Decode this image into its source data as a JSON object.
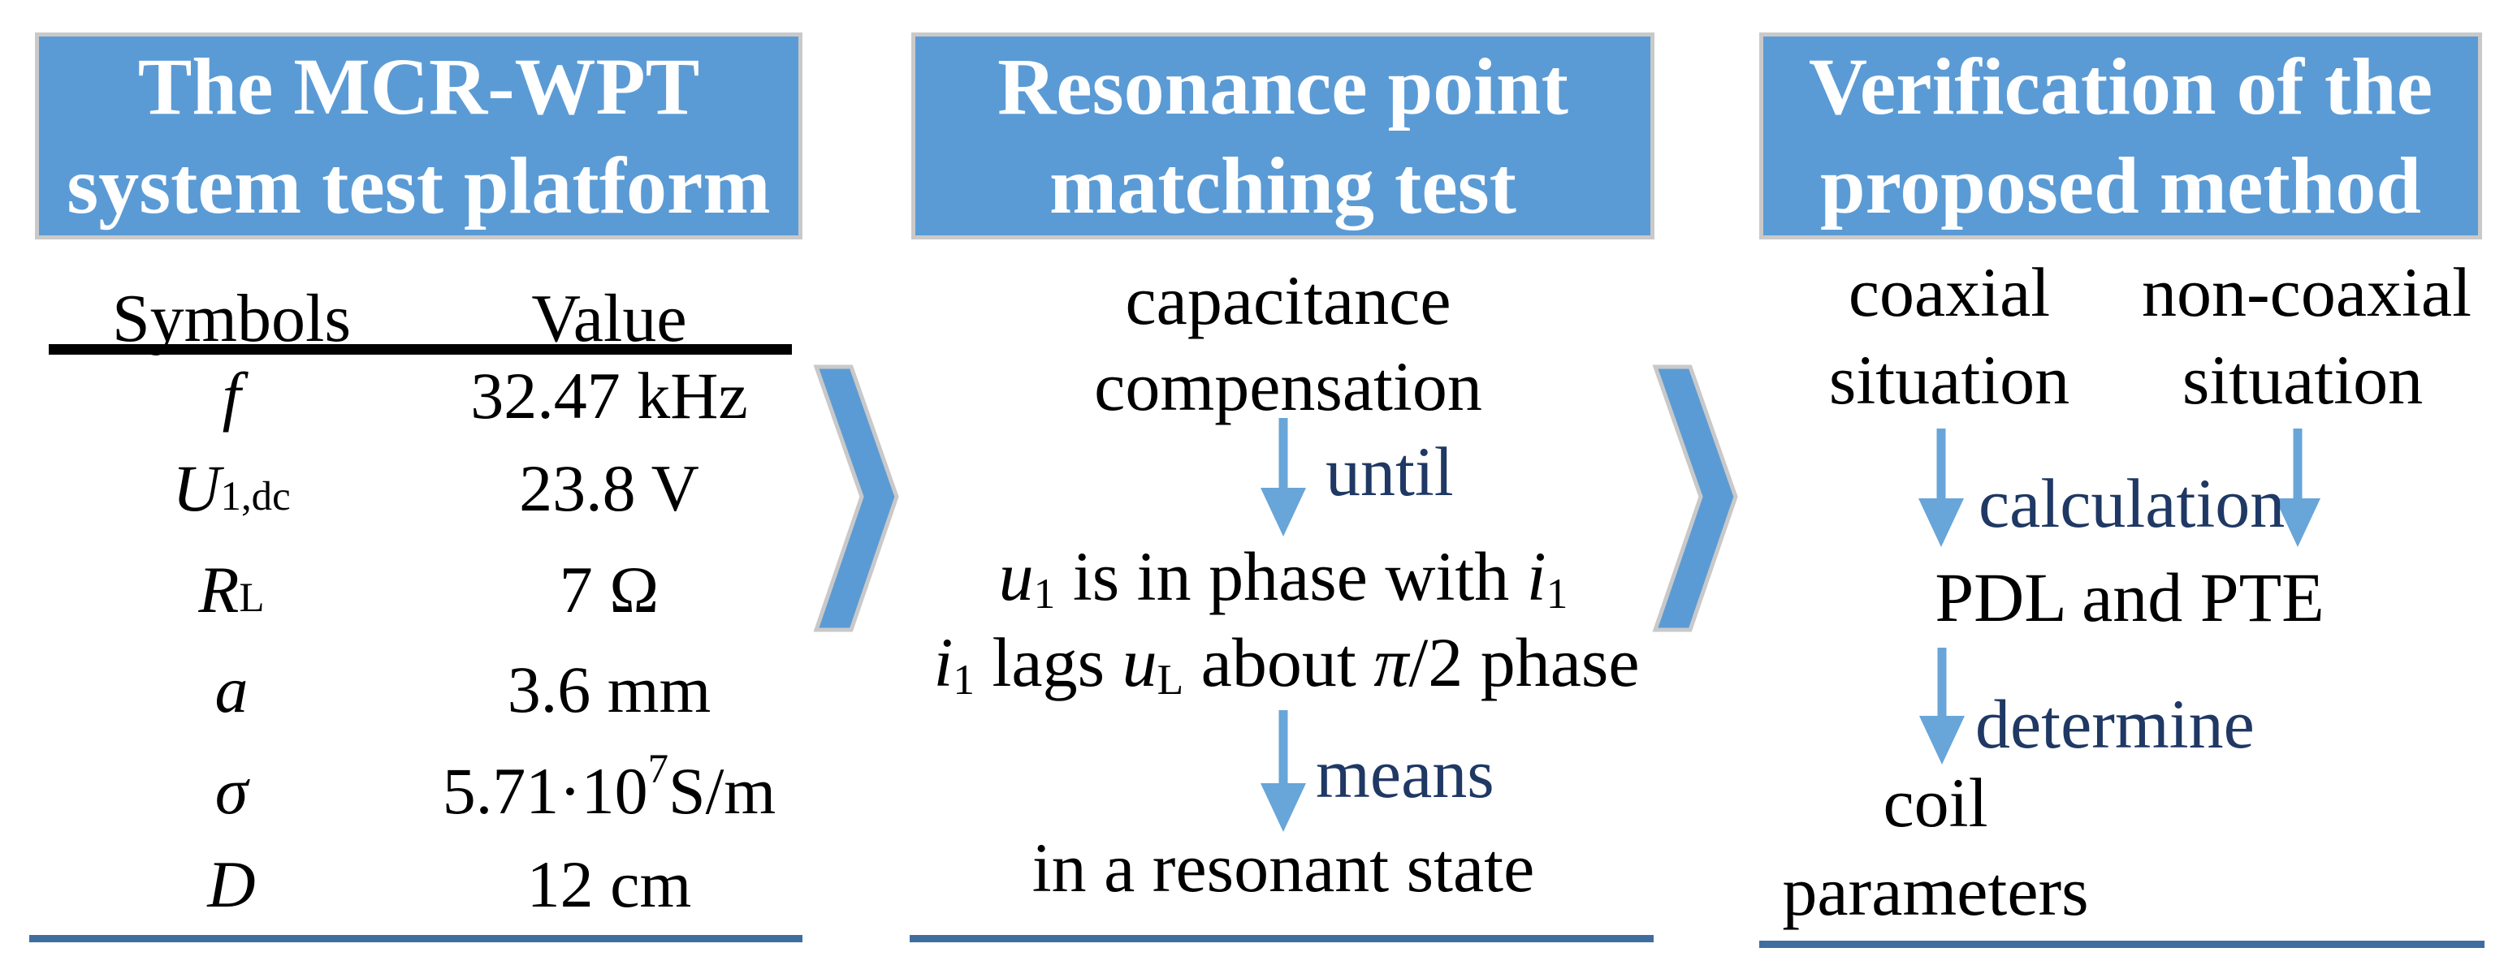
{
  "colors": {
    "panel_blue": "#5B9BD5",
    "border_gray": "#C9C9C9",
    "arrow_blue": "#68A5D9",
    "label_navy": "#1F3864",
    "rule_blue": "#406DA0",
    "rule_black": "#000000",
    "text_black": "#000000",
    "title_white": "#FFFFFF"
  },
  "panels": {
    "platform": {
      "title_lines": [
        "The MCR-WPT",
        "system test platform"
      ],
      "table": {
        "col1": "Symbols",
        "col2": "Value",
        "rows": [
          {
            "sym": "f",
            "sub": "",
            "val_pre": "32.47 kHz",
            "val_sup": "",
            "val_post": ""
          },
          {
            "sym": "U",
            "sub": "1,dc",
            "val_pre": "23.8 V",
            "val_sup": "",
            "val_post": ""
          },
          {
            "sym": "R",
            "sub": "L",
            "val_pre": "7 Ω",
            "val_sup": "",
            "val_post": ""
          },
          {
            "sym": "a",
            "sub": "",
            "val_pre": "3.6 mm",
            "val_sup": "",
            "val_post": ""
          },
          {
            "sym": "σ",
            "sub": "",
            "val_pre": "5.71·10",
            "val_sup": "7",
            "val_post": " S/m"
          },
          {
            "sym": "D",
            "sub": "",
            "val_pre": "12 cm",
            "val_sup": "",
            "val_post": ""
          }
        ]
      }
    },
    "resonance": {
      "title_lines": [
        "Resonance point",
        "matching test"
      ],
      "step1_line1": "capacitance",
      "step1_line2": "compensation",
      "arrow1_label": "until",
      "phrase1": {
        "v1": "u",
        "v1_sub": "1",
        "mid": " is in phase with ",
        "v2": "i",
        "v2_sub": "1"
      },
      "phrase2": {
        "v1": "i",
        "v1_sub": "1",
        "lags": " lags ",
        "v2": "u",
        "v2_sub": "L",
        "about": " about ",
        "pi": "π",
        "slash2": "/2",
        "tail": "  phase"
      },
      "arrow2_label": "means",
      "result": "in a resonant state"
    },
    "verification": {
      "title_lines": [
        "Verification of the",
        "proposed method"
      ],
      "branch_left_line1": "coaxial",
      "branch_left_line2": "situation",
      "branch_right_line1": "non-coaxial",
      "branch_right_line2": "situation",
      "arrows_label": "calculation",
      "merge": "PDL and PTE",
      "arrow3_label": "determine",
      "result_line1": "coil",
      "result_line2": "parameters"
    }
  }
}
